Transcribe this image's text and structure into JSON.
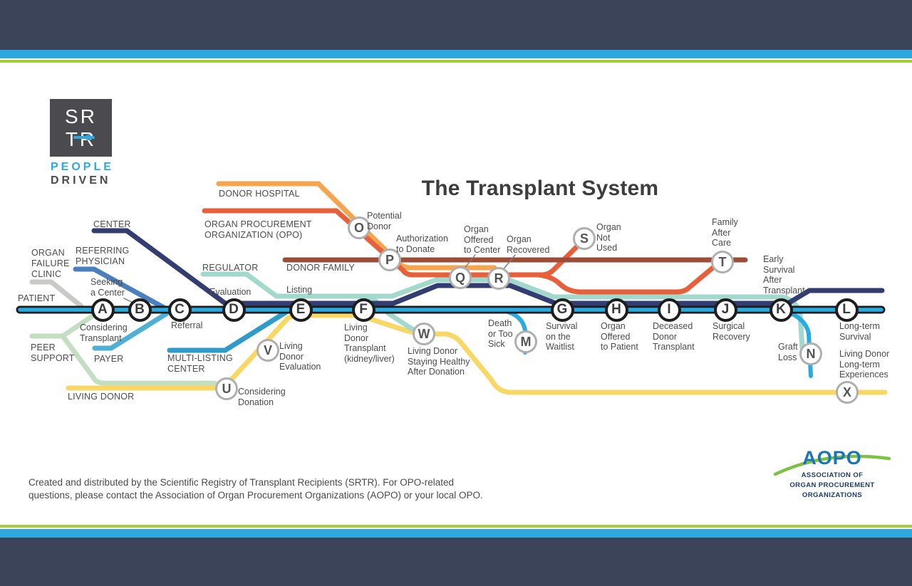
{
  "title": "The Transplant System",
  "branding": {
    "srtr": {
      "mark_line1": "SR",
      "mark_line2": "TR",
      "tagline1": "PEOPLE",
      "tagline2": "DRIVEN"
    },
    "aopo": {
      "name": "AOPO",
      "org_name": "ASSOCIATION OF\nORGAN PROCUREMENT\nORGANIZATIONS"
    }
  },
  "footer": {
    "text": "Created and distributed by the Scientific Registry of Transplant Recipients (SRTR). For OPO-related\nquestions, please contact the Association of Organ Procurement Organizations (AOPO) or your local OPO."
  },
  "colors": {
    "border_navy": "#3B4458",
    "border_blue": "#2DA9DF",
    "border_green": "#A2CE3C",
    "patient_cyan": "#29ABE2",
    "patient_casing": "#1C1C1C",
    "center_navy": "#333D72",
    "referring_physician_blue": "#4B80BE",
    "organ_failure_clinic_gray": "#C9C9C5",
    "peer_support_green": "#C4DEC2",
    "payer_blue": "#4FAFD6",
    "multi_listing_blue": "#2E9BC8",
    "living_donor_yellow": "#F8D765",
    "regulator_teal": "#A3D8CC",
    "donor_hospital_orange": "#F4A54E",
    "opo_red_orange": "#E6613B",
    "donor_family_brown": "#9D4C38",
    "station_ring_gray": "#AFAFAF"
  },
  "lines": [
    {
      "name": "PATIENT",
      "label": "PATIENT",
      "color": "#29ABE2",
      "casing": "#1C1C1C"
    },
    {
      "name": "CENTER",
      "label": "CENTER",
      "color": "#333D72"
    },
    {
      "name": "REFERRING PHYSICIAN",
      "label": "REFERRING\nPHYSICIAN",
      "color": "#4B80BE"
    },
    {
      "name": "ORGAN FAILURE CLINIC",
      "label": "ORGAN\nFAILURE\nCLINIC",
      "color": "#C9C9C5"
    },
    {
      "name": "PEER SUPPORT",
      "label": "PEER\nSUPPORT",
      "color": "#C4DEC2"
    },
    {
      "name": "PAYER",
      "label": "PAYER",
      "color": "#4FAFD6"
    },
    {
      "name": "MULTI-LISTING CENTER",
      "label": "MULTI-LISTING\nCENTER",
      "color": "#2E9BC8"
    },
    {
      "name": "LIVING DONOR",
      "label": "LIVING DONOR",
      "color": "#F8D765"
    },
    {
      "name": "REGULATOR",
      "label": "REGULATOR",
      "color": "#A3D8CC"
    },
    {
      "name": "DONOR HOSPITAL",
      "label": "DONOR HOSPITAL",
      "color": "#F4A54E"
    },
    {
      "name": "ORGAN PROCUREMENT ORGANIZATION (OPO)",
      "label": "ORGAN PROCUREMENT\nORGANIZATION (OPO)",
      "color": "#E6613B"
    },
    {
      "name": "DONOR FAMILY",
      "label": "DONOR FAMILY",
      "color": "#9D4C38"
    }
  ],
  "stations": [
    {
      "letter": "A",
      "label": "Considering\nTransplant"
    },
    {
      "letter": "B",
      "label": "Seeking\na Center"
    },
    {
      "letter": "C",
      "label": "Referral"
    },
    {
      "letter": "D",
      "label": "Evaluation"
    },
    {
      "letter": "E",
      "label": "Listing"
    },
    {
      "letter": "F",
      "label": "Living\nDonor\nTransplant\n(kidney/liver)"
    },
    {
      "letter": "G",
      "label": "Survival\non the\nWaitlist"
    },
    {
      "letter": "H",
      "label": "Organ\nOffered\nto Patient"
    },
    {
      "letter": "I",
      "label": "Deceased\nDonor\nTransplant"
    },
    {
      "letter": "J",
      "label": "Surgical\nRecovery"
    },
    {
      "letter": "K",
      "label": "Early\nSurvival\nAfter\nTransplant"
    },
    {
      "letter": "L",
      "label": "Long-term\nSurvival"
    },
    {
      "letter": "M",
      "label": "Death\nor Too\nSick"
    },
    {
      "letter": "N",
      "label": "Graft\nLoss"
    },
    {
      "letter": "O",
      "label": "Potential\nDonor"
    },
    {
      "letter": "P",
      "label": "Authorization\nto Donate"
    },
    {
      "letter": "Q",
      "label": "Organ\nOffered\nto Center"
    },
    {
      "letter": "R",
      "label": "Organ\nRecovered"
    },
    {
      "letter": "S",
      "label": "Organ\nNot\nUsed"
    },
    {
      "letter": "T",
      "label": "Family\nAfter\nCare"
    },
    {
      "letter": "U",
      "label": "Considering\nDonation"
    },
    {
      "letter": "V",
      "label": "Living\nDonor\nEvaluation"
    },
    {
      "letter": "W",
      "label": "Living Donor\nStaying Healthy\nAfter Donation"
    },
    {
      "letter": "X",
      "label": "Living Donor\nLong-term\nExperiences"
    }
  ]
}
